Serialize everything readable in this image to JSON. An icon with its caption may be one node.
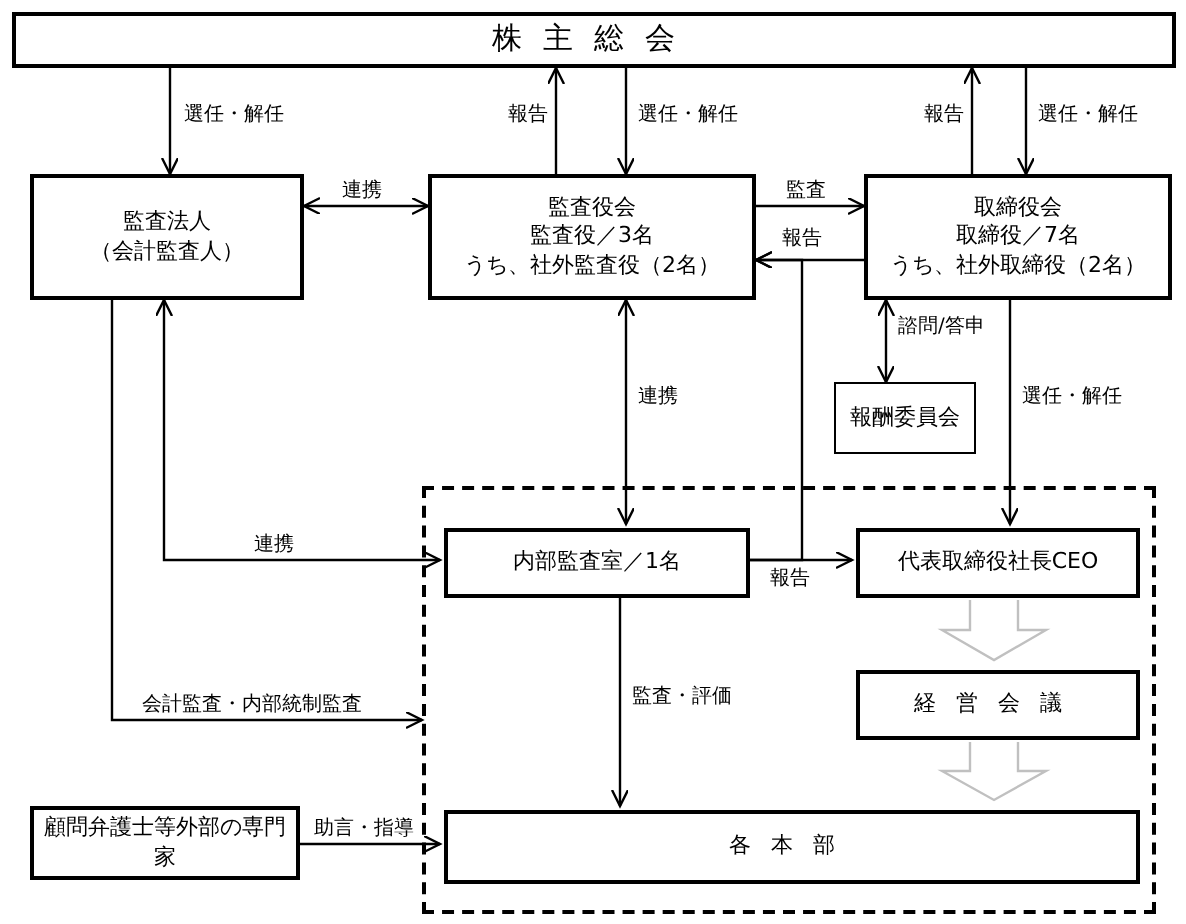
{
  "diagram": {
    "nodes": [
      {
        "text": [
          "株主総会"
        ]
      },
      {
        "text": [
          "監査法人",
          "（会計監査人）"
        ]
      },
      {
        "text": [
          "監査役会",
          "監査役／3名",
          "うち、社外監査役（2名）"
        ]
      },
      {
        "text": [
          "取締役会",
          "取締役／7名",
          "うち、社外取締役（2名）"
        ]
      },
      {
        "text": [
          "報酬委員会"
        ]
      },
      {
        "text": [],
        "shape": "box"
      },
      {
        "text": [
          "内部監査室／1名"
        ],
        "in": 5
      },
      {
        "text": [
          "代表取締役社長CEO"
        ],
        "in": 5
      },
      {
        "text": [
          "経営会議"
        ],
        "in": 5
      },
      {
        "text": [
          "各本部"
        ],
        "in": 5
      },
      {
        "text": [
          "顧問弁護士等外部の専門家"
        ]
      }
    ],
    "edges": [
      {
        "from": 0,
        "to": 1,
        "arrow": "to",
        "label": "選任・解任"
      },
      {
        "from": 2,
        "to": 0,
        "arrow": "to",
        "label": "報告"
      },
      {
        "from": 0,
        "to": 2,
        "arrow": "to",
        "label": "選任・解任"
      },
      {
        "from": 3,
        "to": 0,
        "arrow": "to",
        "label": "報告"
      },
      {
        "from": 0,
        "to": 3,
        "arrow": "to",
        "label": "選任・解任"
      },
      {
        "from": 1,
        "to": 2,
        "arrow": "both",
        "label": "連携"
      },
      {
        "from": 2,
        "to": 3,
        "arrow": "to",
        "label": "監査"
      },
      {
        "from": 3,
        "to": 2,
        "arrow": "to",
        "label": "報告"
      },
      {
        "from": 6,
        "to": 2,
        "arrow": "to"
      },
      {
        "from": 3,
        "to": 4,
        "arrow": "both",
        "label": "諮問/答申"
      },
      {
        "from": 2,
        "to": 6,
        "arrow": "both",
        "label": "連携"
      },
      {
        "from": 1,
        "to": 6,
        "arrow": "both",
        "label": "連携"
      },
      {
        "from": 1,
        "to": 5,
        "arrow": "to",
        "label": "会計監査・内部統制監査"
      },
      {
        "from": 3,
        "to": 7,
        "arrow": "to",
        "label": "選任・解任"
      },
      {
        "from": 6,
        "to": 7,
        "arrow": "to",
        "label": "報告"
      },
      {
        "from": 6,
        "to": 9,
        "arrow": "to",
        "label": "監査・評価"
      },
      {
        "from": 10,
        "to": 9,
        "arrow": "to",
        "label": "助言・指導"
      },
      {
        "from": 7,
        "to": 8,
        "arrow": "to",
        "style": "thick",
        "color": "#c0c0c0"
      },
      {
        "from": 8,
        "to": 9,
        "arrow": "to",
        "style": "thick",
        "color": "#c0c0c0"
      }
    ]
  }
}
